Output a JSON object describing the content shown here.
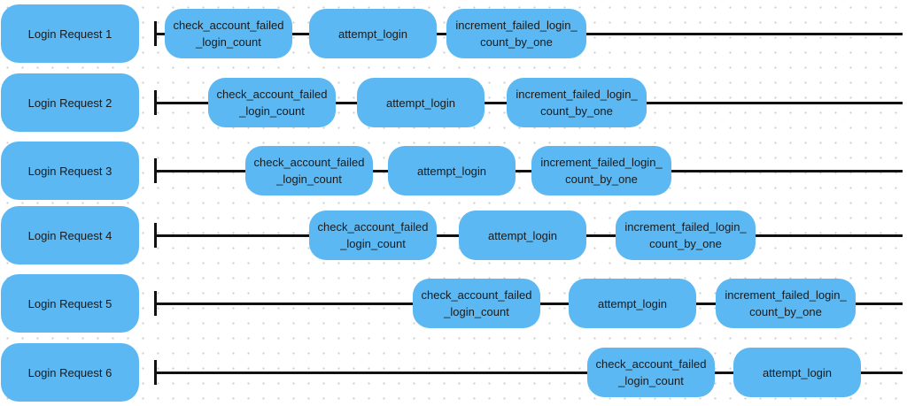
{
  "steps": {
    "check": "check_account_failed\n_login_count",
    "attempt": "attempt_login",
    "increment": "increment_failed_login_\ncount_by_one"
  },
  "requests": [
    {
      "label": "Login Request 1"
    },
    {
      "label": "Login Request 2"
    },
    {
      "label": "Login Request 3"
    },
    {
      "label": "Login Request 4"
    },
    {
      "label": "Login Request 5"
    },
    {
      "label": "Login Request 6"
    }
  ],
  "colors": {
    "box": "#5bb8f2",
    "line": "#111111"
  }
}
